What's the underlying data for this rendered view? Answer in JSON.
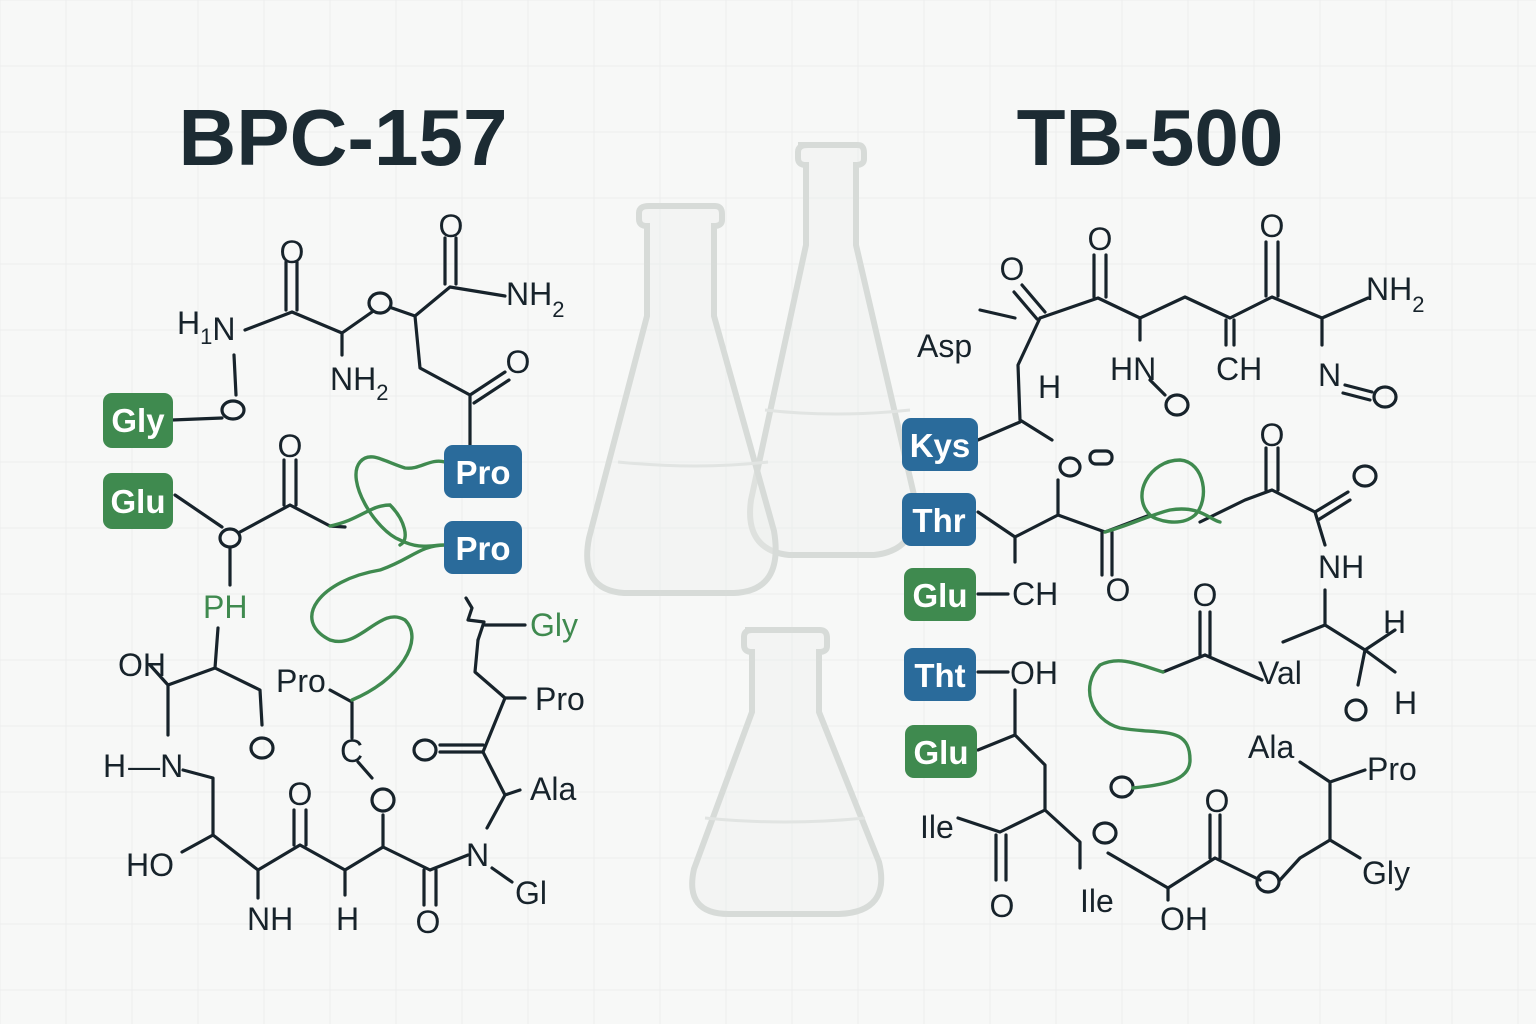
{
  "colors": {
    "background": "#f7f8f7",
    "text": "#17232b",
    "green": "#3f8a4f",
    "blue": "#2a6b9b",
    "flask": "#d7dbd8"
  },
  "left": {
    "title": "BPC-157",
    "tags": [
      {
        "label": "Gly",
        "color": "green"
      },
      {
        "label": "Glu",
        "color": "green"
      },
      {
        "label": "Pro",
        "color": "blue"
      },
      {
        "label": "Pro",
        "color": "blue"
      }
    ],
    "labels": {
      "h1n_h": "H",
      "h1n_1": "1",
      "h1n_n": "N",
      "nh2_top": "NH",
      "nh2_top_sub": "2",
      "nh2_mid": "NH",
      "nh2_mid_sub": "2",
      "ph": "PH",
      "oh": "OH",
      "hn_h": "H",
      "hn_dash": "—",
      "hn_n": "N",
      "ho": "HO",
      "nh": "NH",
      "h": "H",
      "pro_mid": "Pro",
      "gly_green": "Gly",
      "pro_right": "Pro",
      "ala": "Ala",
      "n": "N",
      "gl": "Gl",
      "c": "C",
      "o": "O"
    }
  },
  "right": {
    "title": "TB-500",
    "tags": [
      {
        "label": "Kys",
        "color": "blue"
      },
      {
        "label": "Thr",
        "color": "blue"
      },
      {
        "label": "Glu",
        "color": "green"
      },
      {
        "label": "Tht",
        "color": "blue"
      },
      {
        "label": "Glu",
        "color": "green"
      }
    ],
    "labels": {
      "asp": "Asp",
      "h": "H",
      "hn": "HN",
      "ch_top": "CH",
      "nh2": "NH",
      "nh2_sub": "2",
      "n": "N",
      "ch": "CH",
      "oh_mid": "OH",
      "nh": "NH",
      "val": "Val",
      "h1": "H",
      "h2": "H",
      "ala": "Ala",
      "pro": "Pro",
      "gly": "Gly",
      "ile1": "Ile",
      "ile2": "Ile",
      "oh_bottom": "OH",
      "o": "O"
    }
  },
  "icons": [
    "erlenmeyer-flask-icon",
    "erlenmeyer-flask-icon",
    "erlenmeyer-flask-icon"
  ]
}
